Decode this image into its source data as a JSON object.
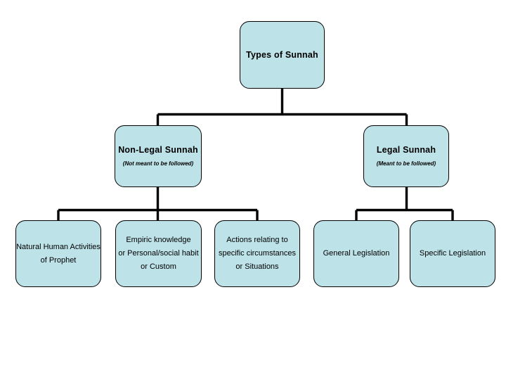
{
  "diagram": {
    "title": "Types of Sunnah",
    "type": "hierarchy-tree",
    "background_color": "#ffffff",
    "node_fill_color": "#bde2e8",
    "node_border_color": "#000000",
    "connector_color": "#000000",
    "nodes": {
      "root": {
        "title": "Types of Sunnah"
      },
      "non_legal": {
        "title": "Non-Legal Sunnah",
        "subtitle": "(Not meant to be followed)"
      },
      "legal": {
        "title": "Legal Sunnah",
        "subtitle": "(Meant to be followed)"
      },
      "natural_human_activities": {
        "line1": "Natural Human Activities",
        "line2": "of Prophet"
      },
      "empiric_knowledge": {
        "line1": "Empiric knowledge",
        "line2": "or Personal/social habit",
        "line3": "or Custom"
      },
      "actions_relating": {
        "line1": "Actions relating to",
        "line2": "specific circumstances",
        "line3": "or Situations"
      },
      "general_legislation": {
        "line1": "General Legislation"
      },
      "specific_legislation": {
        "line1": "Specific Legislation"
      }
    }
  }
}
